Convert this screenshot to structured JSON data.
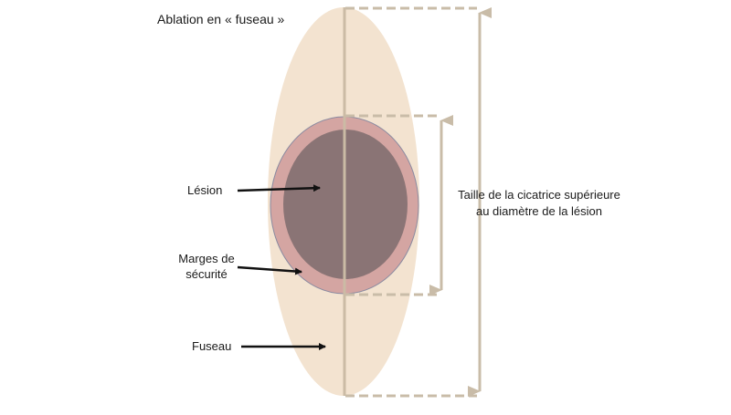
{
  "title": "Ablation en « fuseau »",
  "labels": {
    "lesion": "Lésion",
    "margins_line1": "Marges de",
    "margins_line2": "sécurité",
    "fuseau": "Fuseau",
    "scar_line1": "Taille de la cicatrice supérieure",
    "scar_line2": "au diamètre de la lésion"
  },
  "colors": {
    "fuseau_fill": "#f3e3d0",
    "margin_fill": "#d4a5a2",
    "lesion_fill": "#8a7475",
    "outline": "#8a8aa0",
    "guide": "#c9bca8",
    "arrow": "#111111"
  }
}
